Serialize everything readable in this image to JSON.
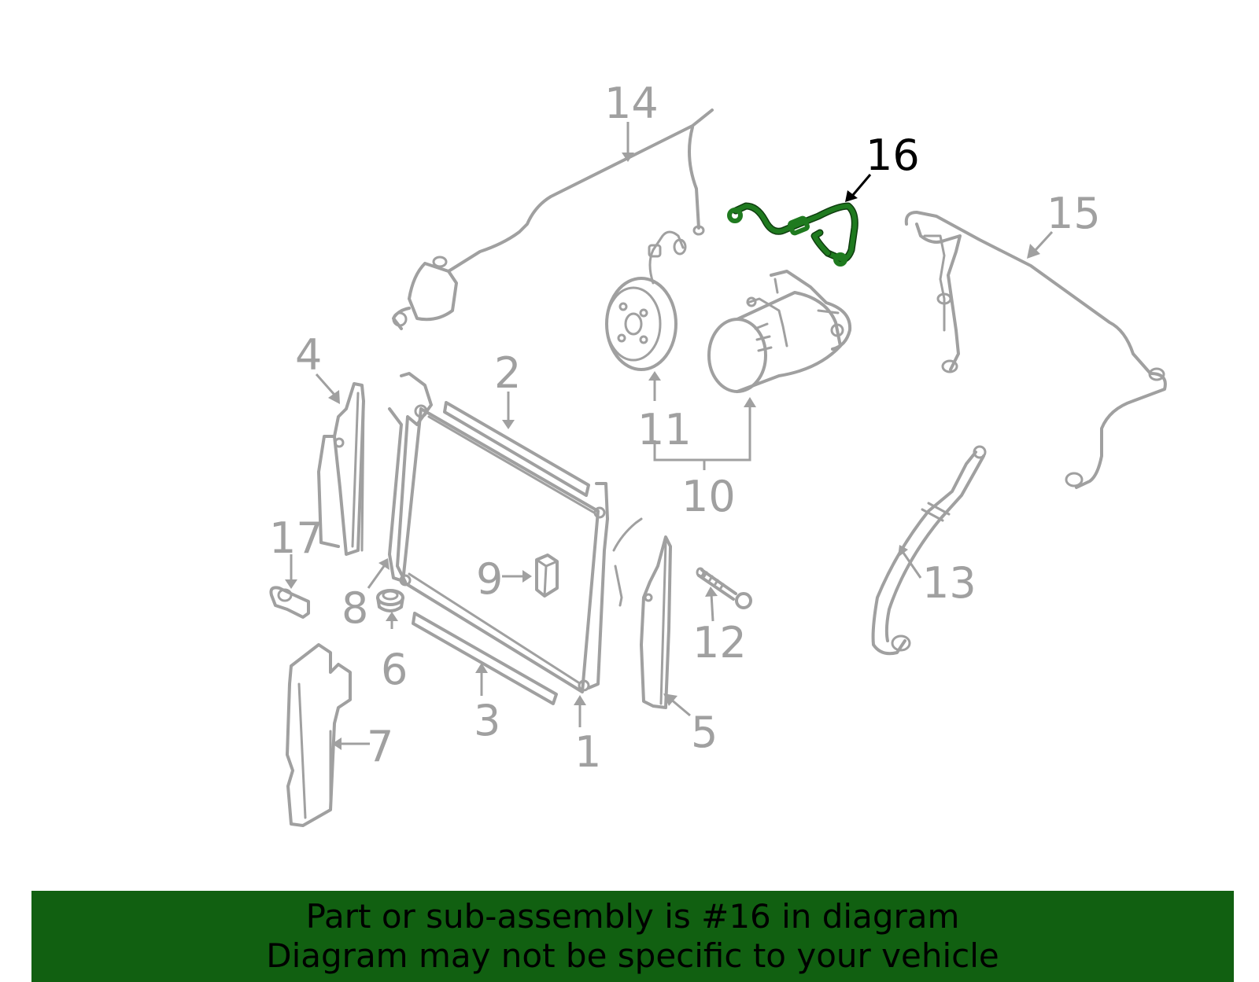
{
  "diagram": {
    "highlighted_part": "16",
    "callouts": [
      {
        "id": "c1",
        "label": "1"
      },
      {
        "id": "c2",
        "label": "2"
      },
      {
        "id": "c3",
        "label": "3"
      },
      {
        "id": "c4",
        "label": "4"
      },
      {
        "id": "c5",
        "label": "5"
      },
      {
        "id": "c6",
        "label": "6"
      },
      {
        "id": "c7",
        "label": "7"
      },
      {
        "id": "c8",
        "label": "8"
      },
      {
        "id": "c9",
        "label": "9"
      },
      {
        "id": "c10",
        "label": "10"
      },
      {
        "id": "c11",
        "label": "11"
      },
      {
        "id": "c12",
        "label": "12"
      },
      {
        "id": "c13",
        "label": "13"
      },
      {
        "id": "c14",
        "label": "14"
      },
      {
        "id": "c15",
        "label": "15"
      },
      {
        "id": "c16",
        "label": "16"
      },
      {
        "id": "c17",
        "label": "17"
      }
    ]
  },
  "banner": {
    "line1": "Part or sub-assembly is #16 in diagram",
    "line2": "Diagram may not be specific to your vehicle",
    "background_color": "#116011"
  },
  "colors": {
    "part_gray": "#a0a0a0",
    "highlight_green": "#1f7a1f"
  }
}
